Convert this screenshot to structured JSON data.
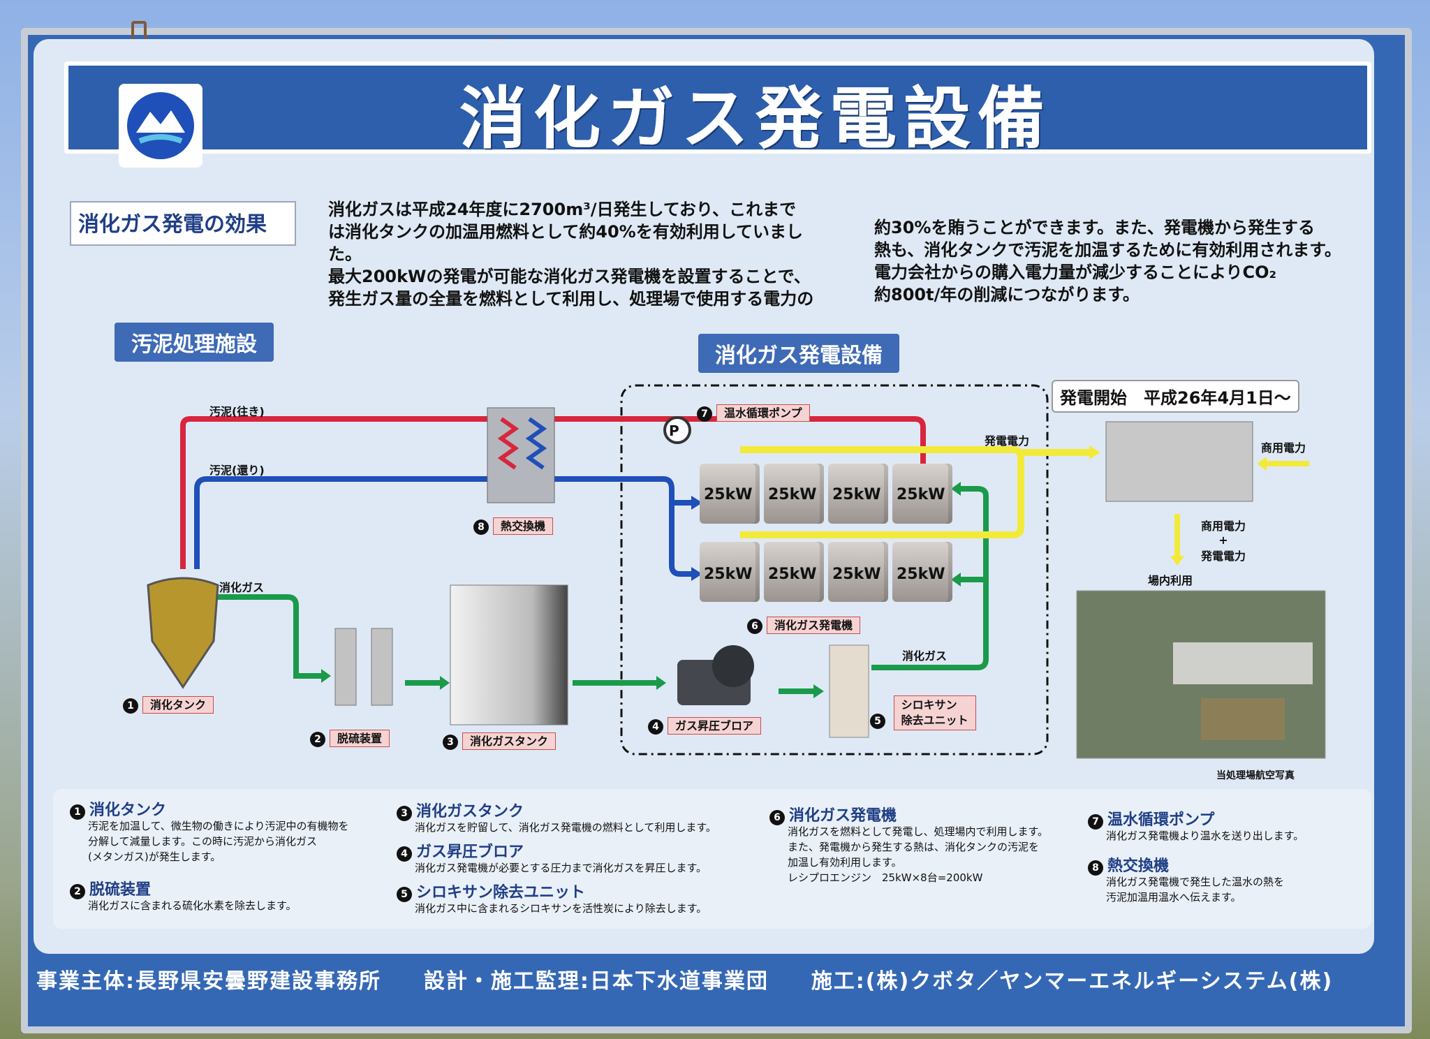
{
  "title": "消化ガス発電設備",
  "effects": {
    "label": "消化ガス発電の効果",
    "paragraph_left": [
      "消化ガスは平成24年度に2700m³/日発生しており、これまで",
      "は消化タンクの加温用燃料として約40%を有効利用していました。",
      "最大200kWの発電が可能な消化ガス発電機を設置することで、",
      "発生ガス量の全量を燃料として利用し、処理場で使用する電力の"
    ],
    "paragraph_right": [
      "約30%を賄うことができます。また、発電機から発生する",
      "熱も、消化タンクで汚泥を加温するために有効利用されます。",
      "電力会社からの購入電力量が減少することによりCO₂",
      "約800t/年の削減につながります。"
    ]
  },
  "sections": {
    "sludge_facility": "汚泥処理施設",
    "gas_power": "消化ガス発電設備"
  },
  "start_badge": "発電開始　平成26年4月1日～",
  "diagram": {
    "pipe_out": "汚泥(往き)",
    "pipe_back": "汚泥(還り)",
    "digest_gas_1": "消化ガス",
    "digest_gas_2": "消化ガス",
    "power_out": "発電電力",
    "commercial_power": "商用電力",
    "combined_power": [
      "商用電力",
      "+",
      "発電電力"
    ],
    "onsite_use": "場内利用",
    "aerial_caption": "当処理場航空写真",
    "gen_kw": "25kW",
    "pump_p": "P"
  },
  "items": [
    {
      "no": "1",
      "tag": "消化タンク"
    },
    {
      "no": "2",
      "tag": "脱硫装置"
    },
    {
      "no": "3",
      "tag": "消化ガスタンク"
    },
    {
      "no": "4",
      "tag": "ガス昇圧ブロア"
    },
    {
      "no": "5",
      "tag": "シロキサン除去ユニット",
      "tag_lines": [
        "シロキサン",
        "除去ユニット"
      ]
    },
    {
      "no": "6",
      "tag": "消化ガス発電機"
    },
    {
      "no": "7",
      "tag": "温水循環ポンプ"
    },
    {
      "no": "8",
      "tag": "熱交換機"
    }
  ],
  "legend": [
    {
      "no": "1",
      "title": "消化タンク",
      "body": [
        "汚泥を加温して、微生物の働きにより汚泥中の有機物を",
        "分解して減量します。この時に汚泥から消化ガス",
        "(メタンガス)が発生します。"
      ]
    },
    {
      "no": "2",
      "title": "脱硫装置",
      "body": [
        "消化ガスに含まれる硫化水素を除去します。"
      ]
    },
    {
      "no": "3",
      "title": "消化ガスタンク",
      "body": [
        "消化ガスを貯留して、消化ガス発電機の燃料として利用します。"
      ]
    },
    {
      "no": "4",
      "title": "ガス昇圧ブロア",
      "body": [
        "消化ガス発電機が必要とする圧力まで消化ガスを昇圧します。"
      ]
    },
    {
      "no": "5",
      "title": "シロキサン除去ユニット",
      "body": [
        "消化ガス中に含まれるシロキサンを活性炭により除去します。"
      ]
    },
    {
      "no": "6",
      "title": "消化ガス発電機",
      "body": [
        "消化ガスを燃料として発電し、処理場内で利用します。",
        "また、発電機から発生する熱は、消化タンクの汚泥を",
        "加温し有効利用します。",
        "レシプロエンジン　25kW×8台=200kW"
      ]
    },
    {
      "no": "7",
      "title": "温水循環ポンプ",
      "body": [
        "消化ガス発電機より温水を送り出します。"
      ]
    },
    {
      "no": "8",
      "title": "熱交換機",
      "body": [
        "消化ガス発電機で発生した温水の熱を",
        "汚泥加温用温水へ伝えます。"
      ]
    }
  ],
  "footer": {
    "owner": "事業主体:長野県安曇野建設事務所",
    "design": "設計・施工監理:日本下水道事業団",
    "builder": "施工:(株)クボタ／ヤンマーエネルギーシステム(株)"
  },
  "colors": {
    "board": "#3568b4",
    "panel": "#dfe9f5",
    "red_pipe": "#d7263d",
    "blue_pipe": "#1f4fb8",
    "green_pipe": "#1a9a4a",
    "yellow_pipe": "#f2ea3a"
  }
}
